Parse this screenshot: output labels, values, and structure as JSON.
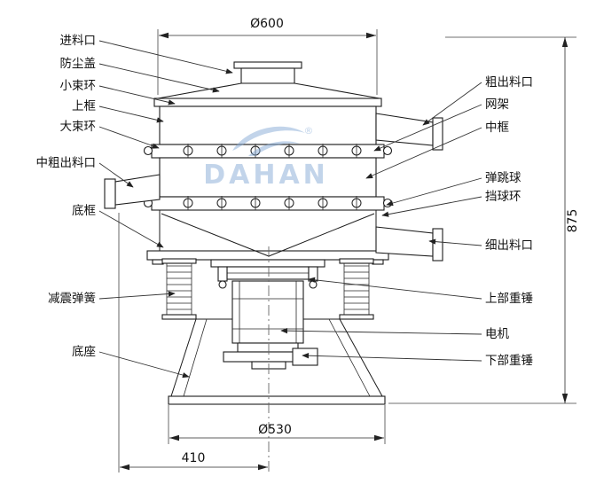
{
  "watermark": {
    "brand": "DAHAN",
    "reg": "®"
  },
  "dimensions": {
    "top_diameter": "Ø600",
    "bottom_diameter": "Ø530",
    "base_width": "410",
    "total_height": "875"
  },
  "labels_left": [
    {
      "id": "feed-inlet",
      "text": "进料口"
    },
    {
      "id": "dust-cover",
      "text": "防尘盖"
    },
    {
      "id": "small-clamp-ring",
      "text": "小束环"
    },
    {
      "id": "upper-frame",
      "text": "上框"
    },
    {
      "id": "large-clamp-ring",
      "text": "大束环"
    },
    {
      "id": "mid-coarse-outlet",
      "text": "中粗出料口"
    },
    {
      "id": "bottom-frame",
      "text": "底框"
    },
    {
      "id": "damping-spring",
      "text": "减震弹簧"
    },
    {
      "id": "base",
      "text": "底座"
    }
  ],
  "labels_right": [
    {
      "id": "coarse-outlet",
      "text": "粗出料口"
    },
    {
      "id": "screen-frame",
      "text": "网架"
    },
    {
      "id": "middle-frame",
      "text": "中框"
    },
    {
      "id": "bouncing-ball",
      "text": "弹跳球"
    },
    {
      "id": "ball-stop-ring",
      "text": "挡球环"
    },
    {
      "id": "fine-outlet",
      "text": "细出料口"
    },
    {
      "id": "upper-weight",
      "text": "上部重锤"
    },
    {
      "id": "motor",
      "text": "电机"
    },
    {
      "id": "lower-weight",
      "text": "下部重锤"
    }
  ]
}
